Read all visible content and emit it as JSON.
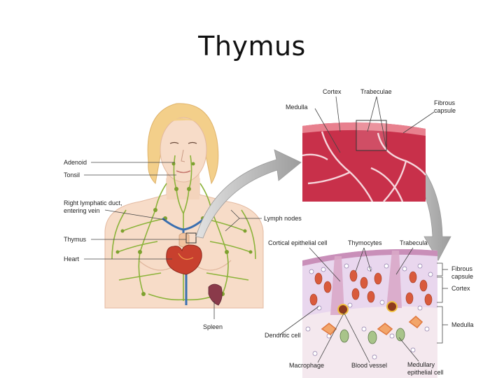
{
  "title": "Thymus",
  "body_labels": {
    "adenoid": "Adenoid",
    "tonsil": "Tonsil",
    "right_lymphatic_duct_line1": "Right lymphatic duct,",
    "right_lymphatic_duct_line2": "entering vein",
    "thymus": "Thymus",
    "heart": "Heart",
    "spleen": "Spleen",
    "lymph_nodes": "Lymph nodes"
  },
  "micrograph_labels": {
    "medulla": "Medulla",
    "cortex": "Cortex",
    "trabeculae": "Trabeculae",
    "fibrous_capsule_line1": "Fibrous",
    "fibrous_capsule_line2": "capsule"
  },
  "lobule_labels": {
    "cortical_epithelial_cell": "Cortical epithelial cell",
    "thymocytes": "Thymocytes",
    "trabecula": "Trabecula",
    "fibrous_capsule_line1": "Fibrous",
    "fibrous_capsule_line2": "capsule",
    "cortex": "Cortex",
    "medulla": "Medulla",
    "dendritic_cell": "Dendritic cell",
    "macrophage": "Macrophage",
    "blood_vessel": "Blood vessel",
    "medullary_epithelial_cell_line1": "Medullary",
    "medullary_epithelial_cell_line2": "epithelial cell"
  },
  "colors": {
    "skin": "#f7dcc8",
    "hair": "#f3cf8a",
    "lymph": "#8bb33a",
    "vein": "#3a6fb0",
    "heart": "#c8402e",
    "spleen": "#8a3a4a",
    "tissue": "#c8304a",
    "arrow": "#b0b0b0",
    "cortex_bg": "#e9d7ee",
    "medulla_bg": "#f4e8ee"
  }
}
